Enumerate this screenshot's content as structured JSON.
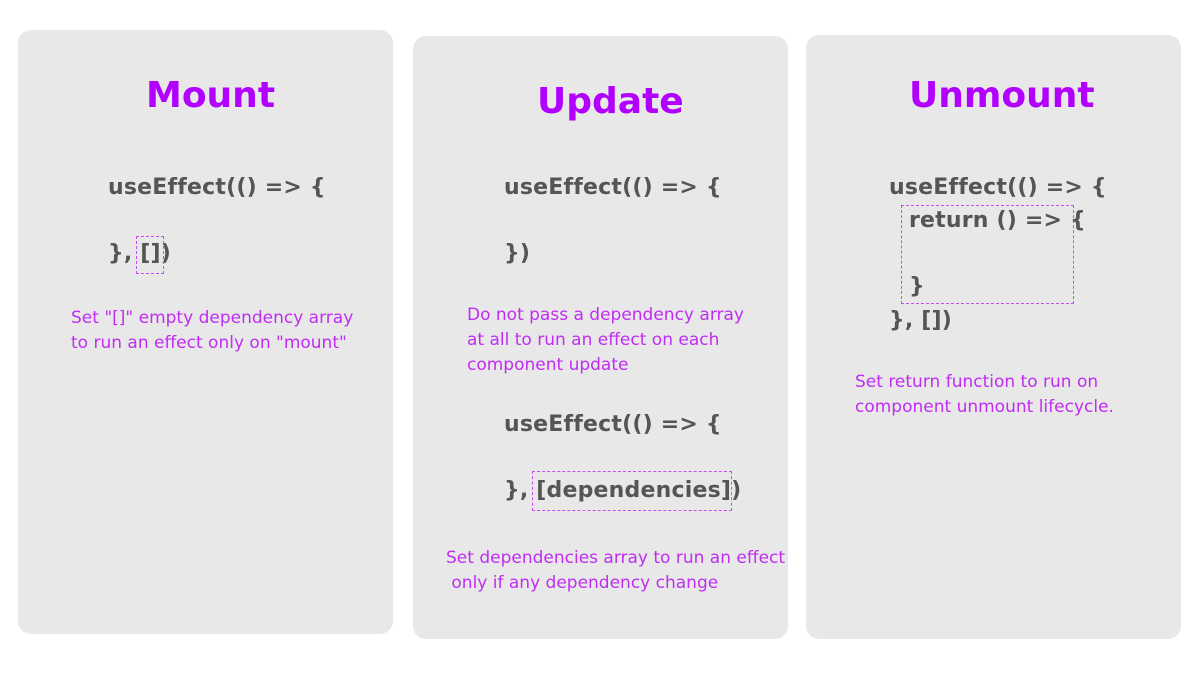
{
  "mount": {
    "title": "Mount",
    "code_open": "useEffect(() => {",
    "code_close_prefix": "}, ",
    "code_close_deps": "[]",
    "code_close_suffix": ")",
    "note_lines": [
      "Set \"[]\" empty dependency array",
      "to run an effect only on \"mount\""
    ]
  },
  "update": {
    "title": "Update",
    "code1_open": "useEffect(() => {",
    "code1_close": "})",
    "note1_lines": [
      "Do not pass a dependency array",
      "at all to run an effect on each",
      "component update"
    ],
    "code2_open": "useEffect(() => {",
    "code2_close_prefix": "}, ",
    "code2_close_deps": "[dependencies]",
    "code2_close_suffix": ")",
    "note2_lines": [
      "Set dependencies array to run an effect",
      " only if any dependency change"
    ]
  },
  "unmount": {
    "title": "Unmount",
    "code_open": "useEffect(() => {",
    "code_return": "return () => {",
    "code_return_close": "}",
    "code_close": "}, [])",
    "note_lines": [
      "Set return function to run on",
      "component unmount lifecycle."
    ]
  },
  "colors": {
    "card_bg": "#e8e8e8",
    "title": "#b200ff",
    "code": "#555555",
    "note": "#c12cf2",
    "dash": "#c84df2"
  }
}
